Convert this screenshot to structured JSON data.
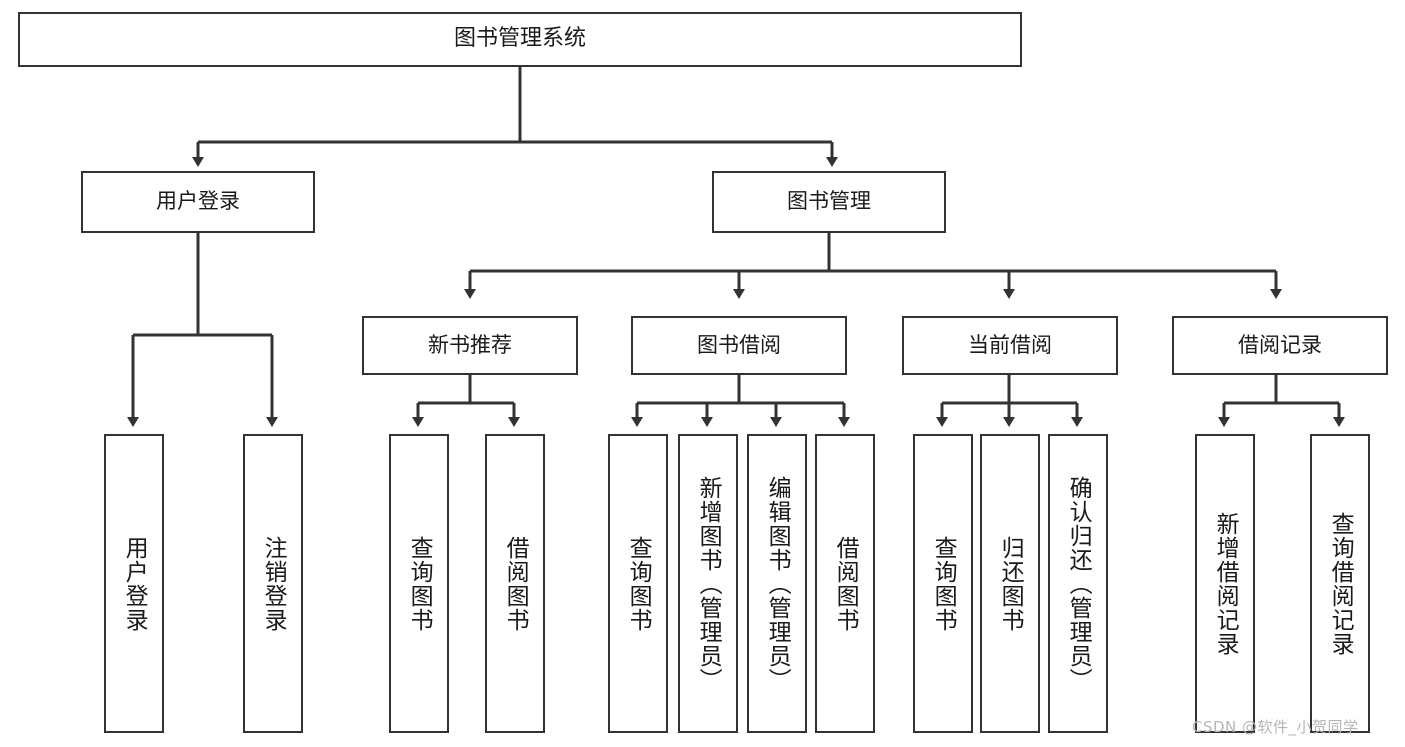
{
  "diagram": {
    "title": "图书管理系统",
    "type": "hierarchy-tree",
    "root": {
      "label": "图书管理系统"
    },
    "level2": [
      {
        "label": "用户登录"
      },
      {
        "label": "图书管理"
      }
    ],
    "level3": [
      {
        "label": "新书推荐"
      },
      {
        "label": "图书借阅"
      },
      {
        "label": "当前借阅"
      },
      {
        "label": "借阅记录"
      }
    ],
    "leaves": {
      "user_login": [
        {
          "label": "用户登录"
        },
        {
          "label": "注销登录"
        }
      ],
      "new_book_recommend": [
        {
          "label": "查询图书"
        },
        {
          "label": "借阅图书"
        }
      ],
      "book_borrow": [
        {
          "label": "查询图书"
        },
        {
          "label": "新增图书（管理员）"
        },
        {
          "label": "编辑图书（管理员）"
        },
        {
          "label": "借阅图书"
        }
      ],
      "current_borrow": [
        {
          "label": "查询图书"
        },
        {
          "label": "归还图书"
        },
        {
          "label": "确认归还（管理员）"
        }
      ],
      "borrow_record": [
        {
          "label": "新增借阅记录"
        },
        {
          "label": "查询借阅记录"
        }
      ]
    }
  },
  "watermark": {
    "text": "CSDN @软件_小贺同学"
  },
  "colors": {
    "stroke": "#333333",
    "box_fill": "#ffffff",
    "text": "#1a1a1a",
    "watermark": "#b6b6b6"
  }
}
